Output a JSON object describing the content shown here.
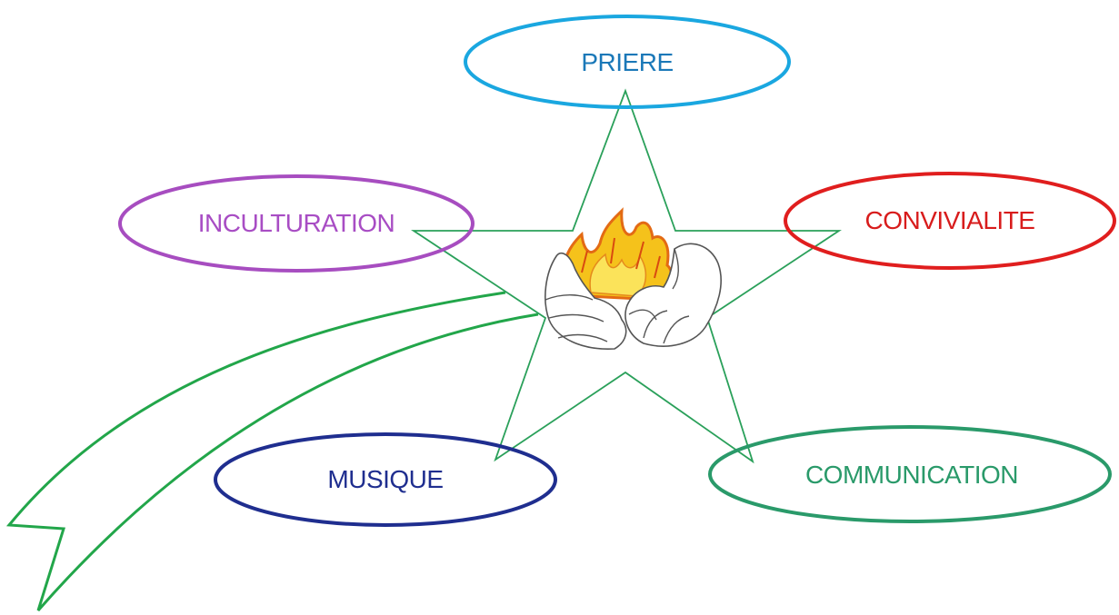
{
  "diagram": {
    "nodes": [
      {
        "id": "priere",
        "label": "PRIERE",
        "color": "#1aa7e0"
      },
      {
        "id": "convivialite",
        "label": "CONVIVIALITE",
        "color": "#e01e1e"
      },
      {
        "id": "inculturation",
        "label": "INCULTURATION",
        "color": "#a74dc0"
      },
      {
        "id": "musique",
        "label": "MUSIQUE",
        "color": "#1f2e8f"
      },
      {
        "id": "communication",
        "label": "COMMUNICATION",
        "color": "#2a9a6a"
      }
    ],
    "star_color": "#2aa05a",
    "comet_tail_color": "#22a64a",
    "center_icon": "hands-holding-fire-icon"
  }
}
